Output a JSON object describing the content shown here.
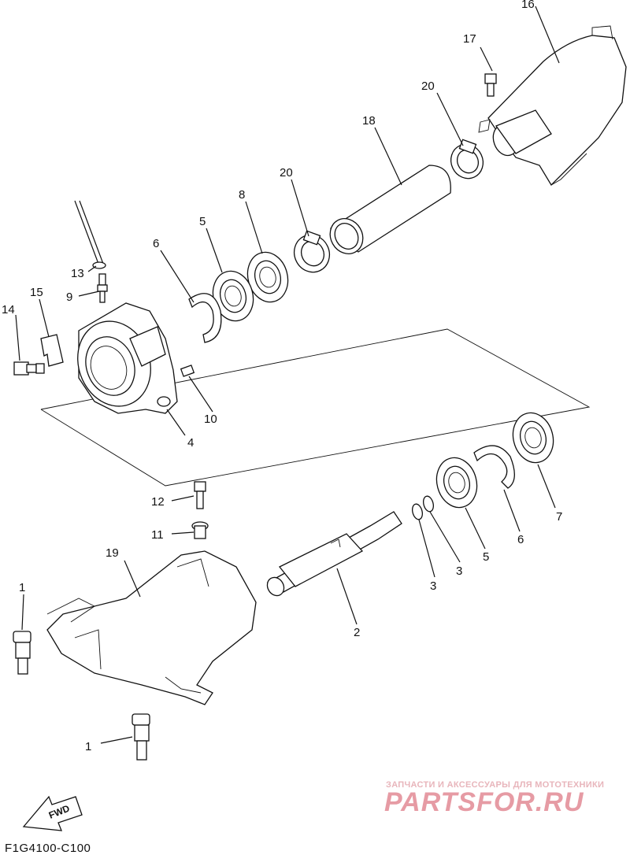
{
  "diagram": {
    "code": "F1G4100-C100",
    "fwd_label": "FWD",
    "callouts": [
      "1",
      "1",
      "2",
      "3",
      "3",
      "4",
      "5",
      "5",
      "6",
      "6",
      "7",
      "8",
      "9",
      "10",
      "11",
      "12",
      "13",
      "14",
      "15",
      "16",
      "17",
      "18",
      "19",
      "20",
      "20"
    ]
  },
  "watermark": {
    "tagline": "ЗАПЧАСТИ И АКСЕССУАРЫ ДЛЯ МОТОТЕХНИКИ",
    "logo": "PARTSFOR.RU"
  }
}
